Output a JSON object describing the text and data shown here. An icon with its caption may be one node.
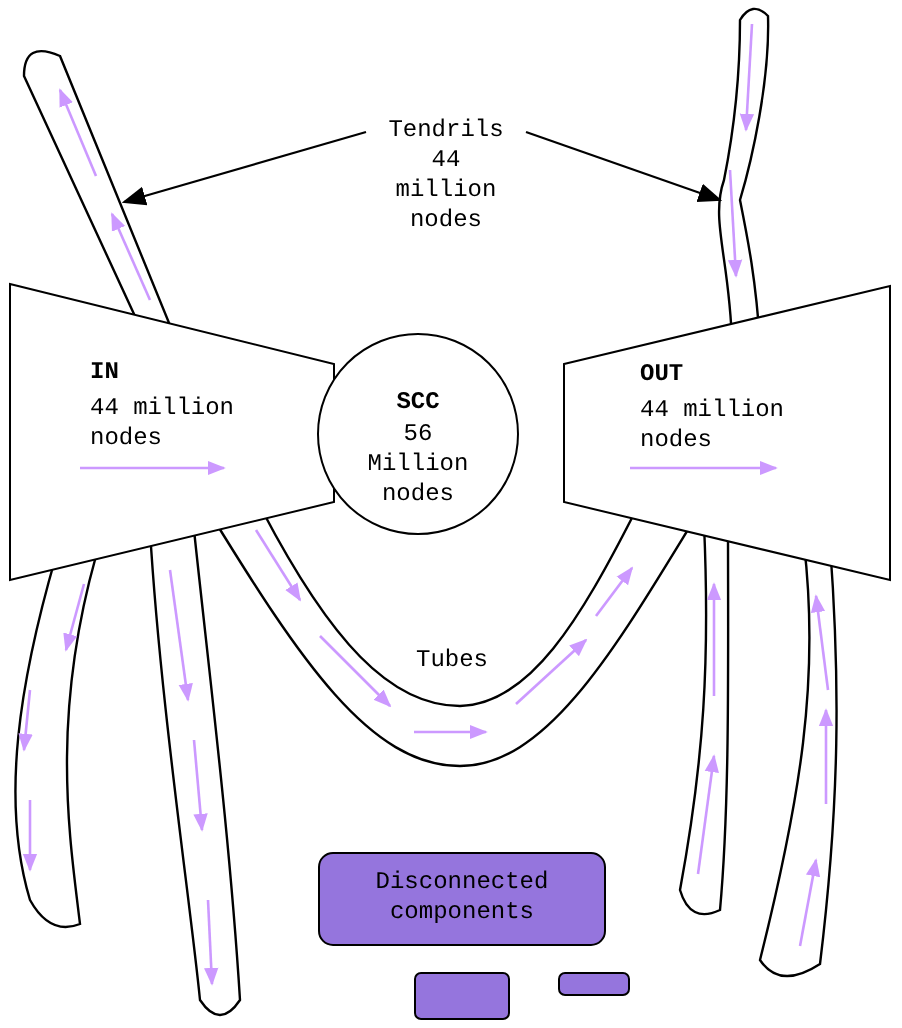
{
  "diagram": {
    "nodes": [
      {
        "text": [
          "Tendrils 44 million nodes"
        ]
      },
      {
        "text": [],
        "shape": "tube"
      },
      {
        "text": [],
        "shape": "tube"
      },
      {
        "text": [
          "IN",
          "44 million nodes"
        ]
      },
      {
        "text": [
          "SCC",
          "56 Million nodes"
        ]
      },
      {
        "text": [
          "OUT",
          "44 million nodes"
        ]
      },
      {
        "text": [],
        "shape": "tube"
      },
      {
        "text": [],
        "shape": "tube"
      },
      {
        "text": [],
        "shape": "tube",
        "beside": [
          "Tubes"
        ]
      },
      {
        "text": [],
        "shape": "tube"
      },
      {
        "text": [],
        "shape": "tube"
      },
      {
        "text": [
          "Disconnected components"
        ]
      },
      {
        "text": [],
        "shape": "box"
      },
      {
        "text": [],
        "shape": "box"
      }
    ],
    "edges": [
      {
        "from": 0,
        "to": 1,
        "arrow": "to"
      },
      {
        "from": 0,
        "to": 2,
        "arrow": "to"
      }
    ]
  }
}
